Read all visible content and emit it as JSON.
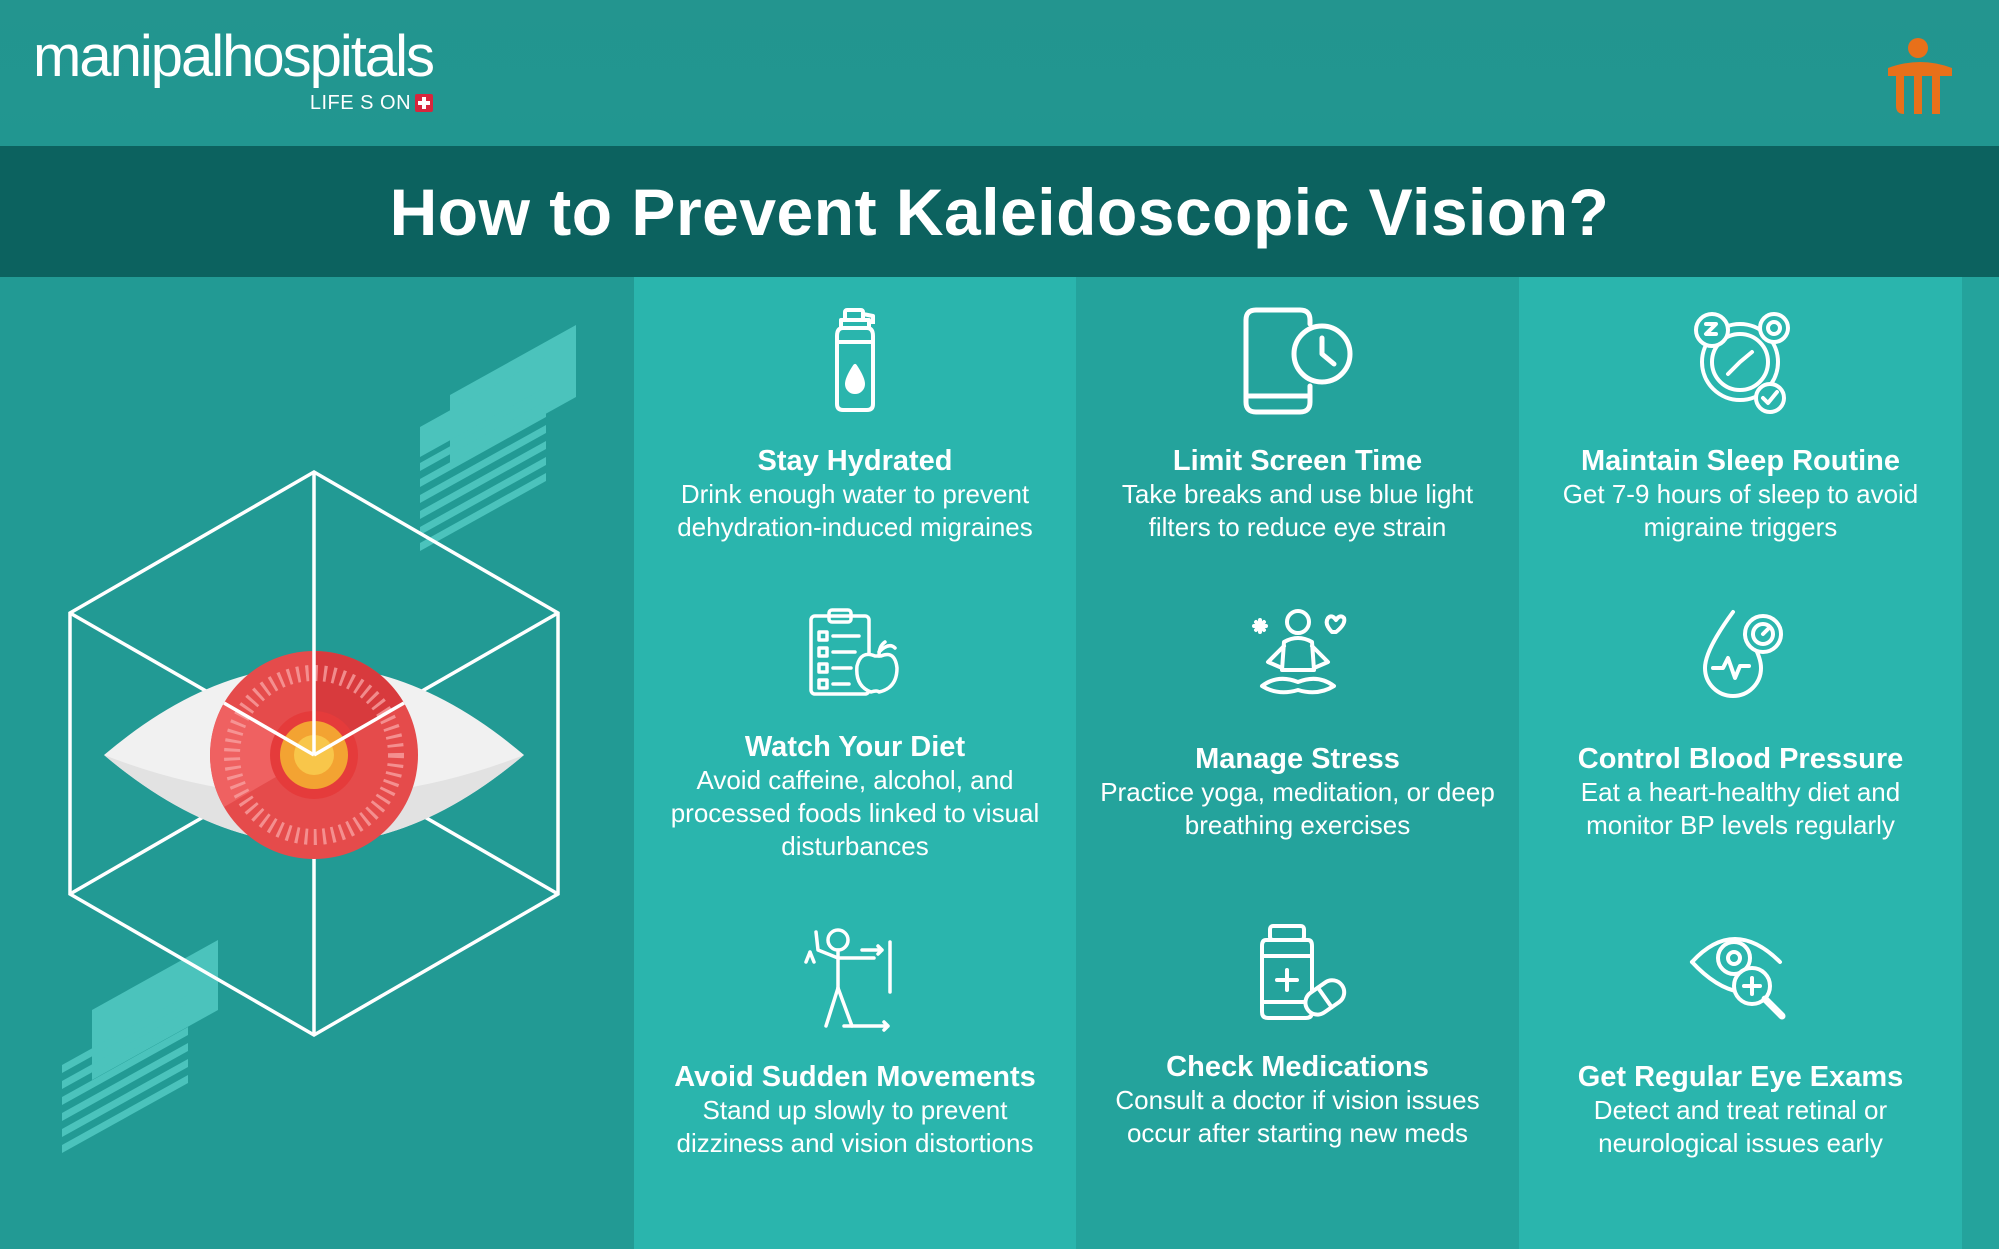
{
  "brand": {
    "name": "manipalhospitals",
    "tagline": "LIFE S ON"
  },
  "title": "How to Prevent Kaleidoscopic Vision?",
  "colors": {
    "background": "#229a94",
    "title_band": "#0c625f",
    "column_light": "#2ab5ad",
    "column_dark": "#24a39c",
    "eye_red": "#e54b4b",
    "brand_orange": "#e8701a"
  },
  "tips": [
    {
      "title": "Stay Hydrated",
      "desc": "Drink enough water to prevent dehydration-induced migraines",
      "icon": "water-bottle-icon"
    },
    {
      "title": "Limit Screen Time",
      "desc": "Take breaks and use blue light filters to reduce eye strain",
      "icon": "phone-clock-icon"
    },
    {
      "title": "Maintain Sleep Routine",
      "desc": "Get 7-9 hours of sleep to avoid migraine triggers",
      "icon": "sleep-routine-icon"
    },
    {
      "title": "Watch Your Diet",
      "desc": "Avoid caffeine, alcohol, and processed foods linked to visual disturbances",
      "icon": "diet-checklist-icon"
    },
    {
      "title": "Manage Stress",
      "desc": "Practice yoga, meditation, or deep breathing exercises",
      "icon": "meditation-icon"
    },
    {
      "title": "Control Blood Pressure",
      "desc": "Eat a heart-healthy diet and monitor BP levels regularly",
      "icon": "blood-pressure-icon"
    },
    {
      "title": "Avoid Sudden Movements",
      "desc": "Stand up slowly to prevent dizziness and vision distortions",
      "icon": "person-movement-icon"
    },
    {
      "title": "Check Medications",
      "desc": "Consult a doctor if vision issues occur after starting new meds",
      "icon": "medication-icon"
    },
    {
      "title": "Get Regular Eye Exams",
      "desc": "Detect and treat retinal or neurological issues early",
      "icon": "eye-exam-icon"
    }
  ]
}
